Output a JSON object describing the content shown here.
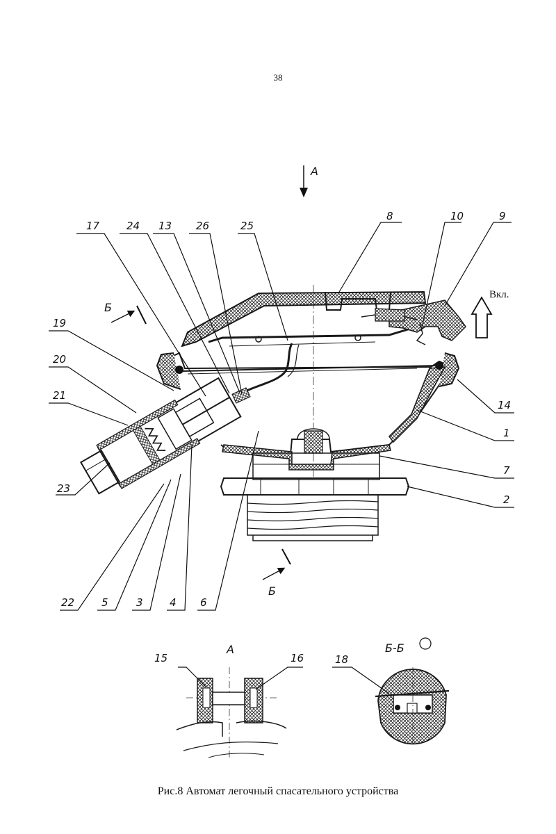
{
  "page_number": "38",
  "callouts": {
    "n17": "17",
    "n24": "24",
    "n13": "13",
    "n26": "26",
    "n25": "25",
    "n8": "8",
    "n10": "10",
    "n9": "9",
    "n19": "19",
    "n20": "20",
    "n21": "21",
    "n23": "23",
    "n14": "14",
    "n1": "1",
    "n7": "7",
    "n2": "2",
    "n22": "22",
    "n5": "5",
    "n3": "3",
    "n4": "4",
    "n6": "6",
    "n15": "15",
    "n16": "16",
    "n18": "18"
  },
  "view_labels": {
    "a_top": "A",
    "b_left": "Б",
    "b_bottom": "Б",
    "detail_a": "А",
    "section_bb": "Б-Б"
  },
  "on_label": "Вкл.",
  "caption": "Рис.8 Автомат легочный спасательного устройства"
}
